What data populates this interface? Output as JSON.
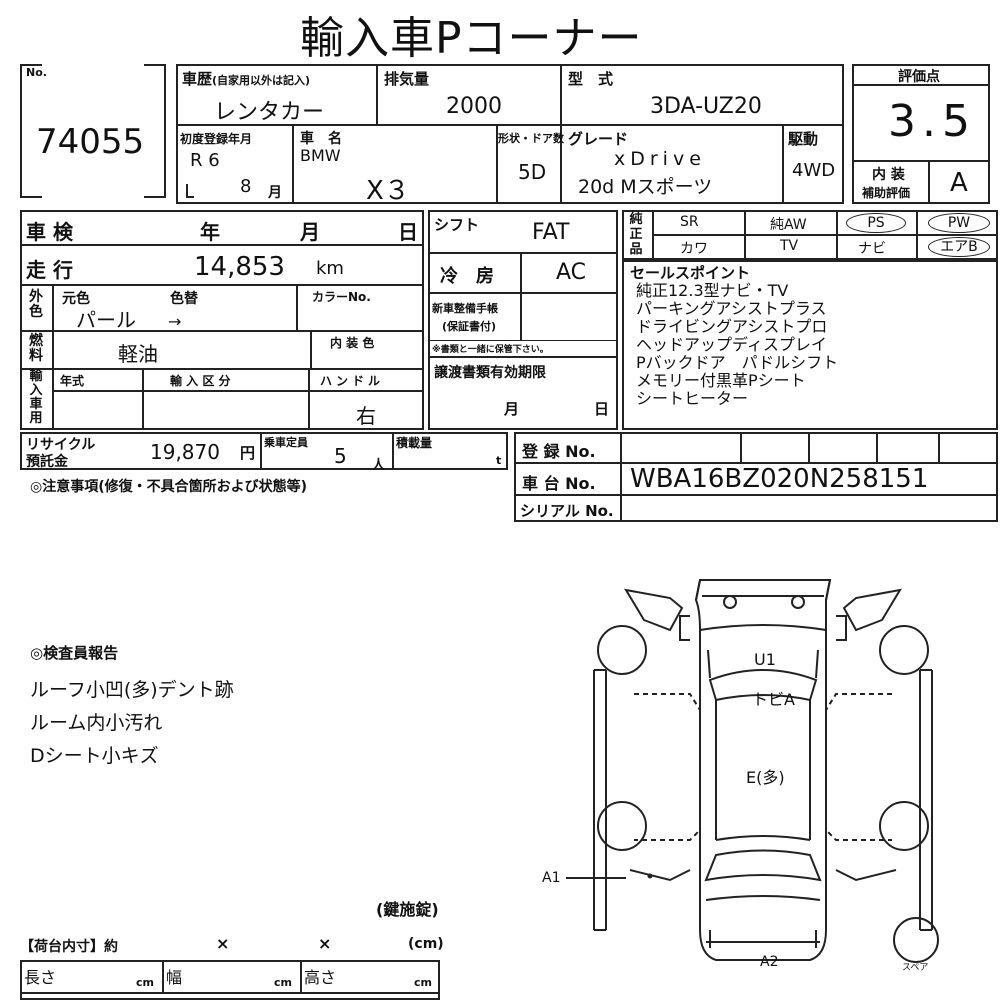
{
  "title": "輸入車Pコーナー",
  "no_block": {
    "label": "No.",
    "value": "74055"
  },
  "history": {
    "label": "車歴",
    "note": "(自家用以外は記入)",
    "value": "レンタカー"
  },
  "displacement": {
    "label": "排気量",
    "value": "2000"
  },
  "model_code": {
    "label": "型　式",
    "value": "3DA-UZ20"
  },
  "score": {
    "label": "評価点",
    "value": "3.5",
    "interior_label_1": "内 装",
    "interior_label_2": "補助評価",
    "interior_value": "A"
  },
  "first_reg": {
    "label": "初度登録年月",
    "era": "R 6",
    "month": "8",
    "month_unit": "月"
  },
  "car_name": {
    "label": "車　名",
    "maker": "BMW",
    "model": "X３"
  },
  "doors": {
    "label": "形状・ドア数",
    "value": "5D"
  },
  "grade": {
    "label": "グレード",
    "line1": "xDrive",
    "line2": "20d Mスポーツ"
  },
  "drive": {
    "label": "駆動",
    "value": "4WD"
  },
  "inspection": {
    "label": "車 検",
    "year": "年",
    "month": "月",
    "day": "日"
  },
  "shift": {
    "label": "シフト",
    "value": "FAT"
  },
  "options": {
    "vertical_label": "純正品",
    "row1": [
      "SR",
      "純AW",
      "PS",
      "PW"
    ],
    "row2": [
      "カワ",
      "TV",
      "ナビ",
      "エアB"
    ]
  },
  "mileage": {
    "label": "走 行",
    "value": "14,853",
    "unit": "km"
  },
  "ac": {
    "label": "冷　房",
    "value": "AC"
  },
  "sales_points": {
    "label": "セールスポイント",
    "items": [
      "純正12.3型ナビ・TV",
      "パーキングアシストプラス",
      "ドライビングアシストプロ",
      "ヘッドアップディスプレイ",
      "Pバックドア　パドルシフト",
      "メモリー付黒革Pシート",
      "シートヒーター"
    ]
  },
  "color": {
    "vertical_label": "外色",
    "orig_label": "元色",
    "change_label": "色替",
    "value": "パール",
    "arrow": "→",
    "code_label": "カラーNo."
  },
  "warranty": {
    "label1": "新車整備手帳",
    "label2": "(保証書付)",
    "note": "※書類と一緒に保管下さい。"
  },
  "fuel": {
    "vertical_label": "燃料",
    "value": "軽油"
  },
  "interior_color": {
    "label": "内 装 色"
  },
  "import": {
    "vertical_label": "輸入車用",
    "year_label": "年式",
    "type_label": "輸 入 区 分",
    "handle_label": "ハンドル",
    "handle_value": "右"
  },
  "transfer": {
    "label": "譲渡書類有効期限",
    "month": "月",
    "day": "日"
  },
  "recycle": {
    "label1": "リサイクル",
    "label2": "預託金",
    "value": "19,870",
    "unit": "円"
  },
  "capacity": {
    "label": "乗車定員",
    "value": "5",
    "unit": "人"
  },
  "load": {
    "label": "積載量",
    "unit": "t"
  },
  "registration": {
    "label": "登 録 No."
  },
  "chassis": {
    "label": "車 台 No.",
    "value": "WBA16BZ020N258151"
  },
  "serial": {
    "label": "シリアル No."
  },
  "caution": "◎注意事項(修復・不具合箇所および状態等)",
  "inspector": {
    "title": "◎検査員報告",
    "lines": [
      "ルーフ小凹(多)デント跡",
      "ルーム内小汚れ",
      "Dシート小キズ"
    ]
  },
  "key": "(鍵施錠)",
  "cargo": {
    "title": "【荷台内寸】約",
    "x1": "×",
    "x2": "×",
    "unit": "(cm)",
    "length": "長さ",
    "width": "幅",
    "height": "高さ",
    "cm": "cm"
  },
  "diagram": {
    "u1": "U1",
    "tobi": "トビA",
    "e": "E(多)",
    "a1": "A1",
    "a2": "A2",
    "spare": "スペア"
  }
}
